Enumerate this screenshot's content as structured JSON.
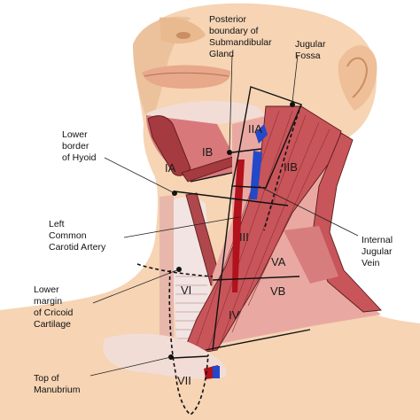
{
  "labels": {
    "posterior_boundary": [
      "Posterior",
      "boundary of",
      "Submandibular",
      "Gland"
    ],
    "jugular_fossa": [
      "Jugular",
      "Fossa"
    ],
    "lower_border_hyoid": [
      "Lower",
      "border",
      "of Hyoid"
    ],
    "left_common_carotid": [
      "Left",
      "Common",
      "Carotid Artery"
    ],
    "internal_jugular": [
      "Internal",
      "Jugular",
      "Vein"
    ],
    "lower_margin_cricoid": [
      "Lower",
      "margin",
      "of Cricoid",
      "Cartilage"
    ],
    "top_manubrium": [
      "Top of",
      "Manubrium"
    ]
  },
  "levels": {
    "IA": "IA",
    "IB": "IB",
    "IIA": "IIA",
    "IIB": "IIB",
    "III": "III",
    "IV": "IV",
    "VA": "VA",
    "VB": "VB",
    "VI": "VI",
    "VII": "VII"
  },
  "colors": {
    "skin": "#f6d4b4",
    "skin_shade": "#e9b98f",
    "muscle": "#c8555a",
    "muscle_dark": "#a53a40",
    "region": "#e9a9a2",
    "artery": "#b1121b",
    "vein": "#2348c9",
    "cartilage": "#f1e4e2"
  }
}
